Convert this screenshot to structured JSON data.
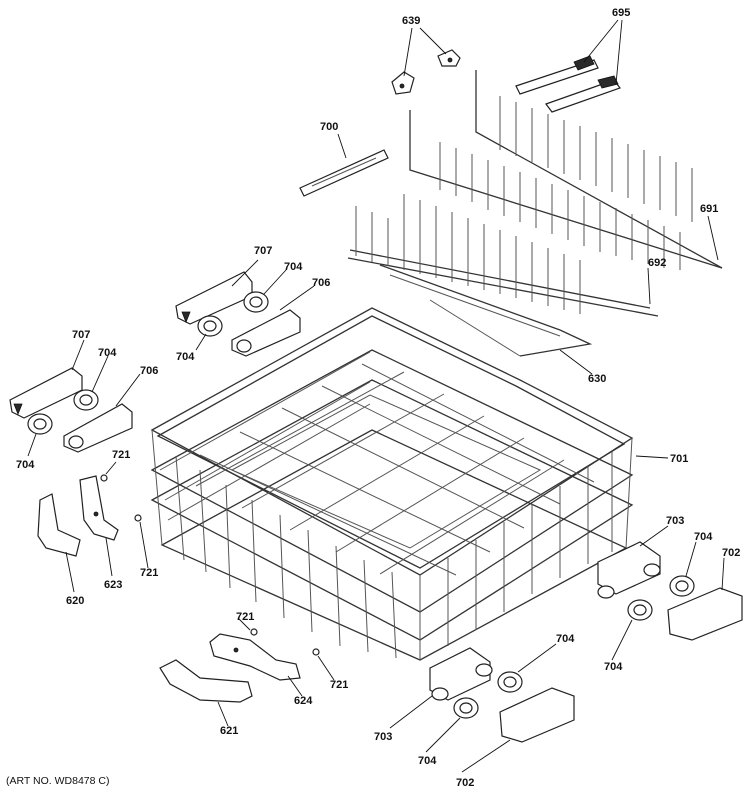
{
  "art_number": "(ART NO. WD8478 C)",
  "callouts": {
    "c639": "639",
    "c695": "695",
    "c700": "700",
    "c691": "691",
    "c692": "692",
    "c707a": "707",
    "c704a": "704",
    "c706a": "706",
    "c704b": "704",
    "c707b": "707",
    "c704c": "704",
    "c706b": "706",
    "c704d": "704",
    "c630": "630",
    "c721a": "721",
    "c701": "701",
    "c703a": "703",
    "c704e": "704",
    "c702a": "702",
    "c620": "620",
    "c623": "623",
    "c721b": "721",
    "c704f": "704",
    "c721c": "721",
    "c704g": "704",
    "c721d": "721",
    "c624": "624",
    "c621": "621",
    "c703b": "703",
    "c704h": "704",
    "c702b": "702"
  }
}
